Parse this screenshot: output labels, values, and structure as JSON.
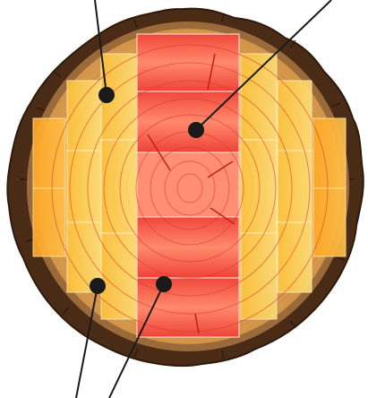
{
  "diagram": {
    "subject": "tree-trunk-cross-section-lumber-cutting-pattern",
    "colors": {
      "bark_dark": "#3e2413",
      "bark_mid": "#5d3a20",
      "sapwood": "#d49a4f",
      "wood_ring": "#e9b66a",
      "board_yellow": "#ffd24d",
      "board_orange": "#ffad33",
      "heart_red": "#f2553d",
      "heart_pink": "#ff8a73",
      "pointer": "#1a1a1a"
    },
    "callouts": [
      {
        "id": "upper-left",
        "target": "side-board"
      },
      {
        "id": "upper-right",
        "target": "heartwood-board"
      },
      {
        "id": "lower-left",
        "target": "side-board"
      },
      {
        "id": "lower-middle",
        "target": "heartwood-board"
      }
    ]
  }
}
